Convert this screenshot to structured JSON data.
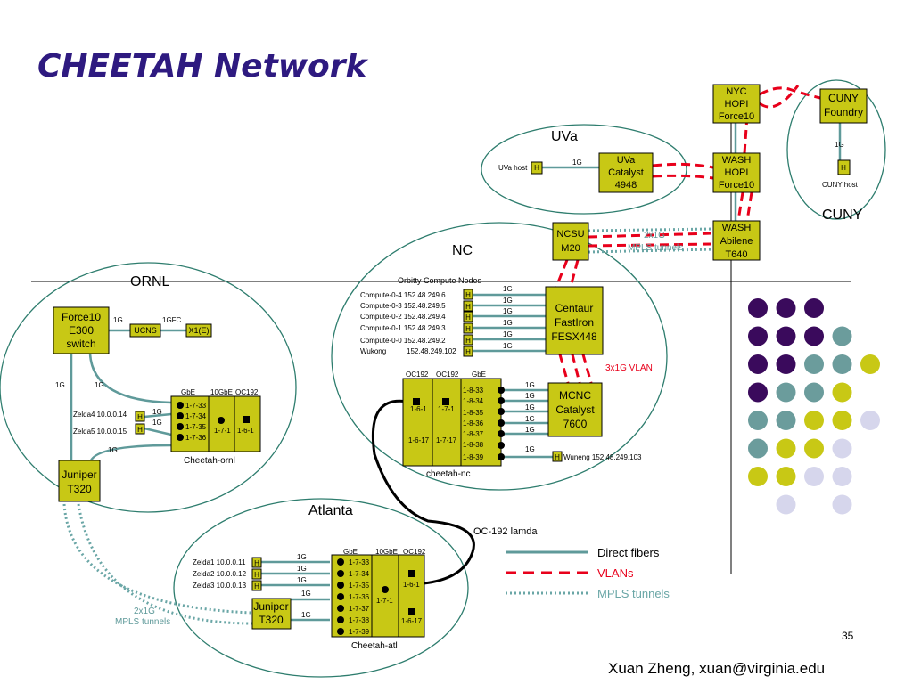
{
  "slide": {
    "title": "CHEETAH Network",
    "page_number": "35",
    "footer": "Xuan Zheng, xuan@virginia.edu"
  },
  "regions": {
    "uva": "UVa",
    "cuny": "CUNY",
    "nc": "NC",
    "ornl": "ORNL",
    "atlanta": "Atlanta"
  },
  "nodes": {
    "nyc": [
      "NYC",
      "HOPI",
      "Force10"
    ],
    "cuny_foundry": [
      "CUNY",
      "Foundry"
    ],
    "wash_hopi": [
      "WASH",
      "HOPI",
      "Force10"
    ],
    "wash_abilene": [
      "WASH",
      "Abilene",
      "T640"
    ],
    "uva_catalyst": [
      "UVa",
      "Catalyst",
      "4948"
    ],
    "ncsu": [
      "NCSU",
      "M20"
    ],
    "centaur": [
      "Centaur",
      "FastIron",
      "FESX448"
    ],
    "mcnc": [
      "MCNC",
      "Catalyst",
      "7600"
    ],
    "force10": [
      "Force10",
      "E300",
      "switch"
    ],
    "juniper_ornl": [
      "Juniper",
      "T320"
    ],
    "juniper_atl": [
      "Juniper",
      "T320"
    ],
    "ucns": "UCNS",
    "x1e": "X1(E)"
  },
  "hosts": {
    "h": "H",
    "uva_host": "UVa host",
    "cuny_host": "CUNY host",
    "wukong_label": "Wukong",
    "wukong_ip": "152.48.249.102",
    "wuneng": "Wuneng 152.48.249.103",
    "orbitty_title": "Orbitty Compute Nodes",
    "compute": [
      "Compute-0-4 152.48.249.6",
      "Compute-0-3 152.48.249.5",
      "Compute-0-2 152.48.249.4",
      "Compute-0-1 152.48.249.3",
      "Compute-0-0 152.48.249.2"
    ],
    "zelda_ornl": [
      "Zelda4 10.0.0.14",
      "Zelda5 10.0.0.15"
    ],
    "zelda_atl": [
      "Zelda1 10.0.0.11",
      "Zelda2 10.0.0.12",
      "Zelda3 10.0.0.13"
    ]
  },
  "links": {
    "one_g": "1G",
    "one_gfc": "1GFC",
    "two_1g": "2x1G",
    "mpls_tunnels": "MPLS tunnels",
    "vlan_3x1g": "3x1G VLAN",
    "oc192_lamda": "OC-192 lamda"
  },
  "cheetah_switches": {
    "ornl": {
      "name": "Cheetah-ornl",
      "headers": [
        "GbE",
        "10GbE",
        "OC192"
      ],
      "ports": [
        "1-7-33",
        "1-7-34",
        "1-7-35",
        "1-7-36"
      ],
      "mid_port": "1-7-1",
      "right_port": "1-6-1"
    },
    "nc": {
      "name": "cheetah-nc",
      "headers": [
        "OC192",
        "OC192",
        "GbE"
      ],
      "ports": [
        "1-8-33",
        "1-8-34",
        "1-8-35",
        "1-8-36",
        "1-8-37",
        "1-8-38",
        "1-8-39"
      ],
      "col1": [
        "1-6-1",
        "1-6-17"
      ],
      "col2": [
        "1-7-1",
        "1-7-17"
      ]
    },
    "atl": {
      "name": "Cheetah-atl",
      "headers": [
        "GbE",
        "10GbE",
        "OC192"
      ],
      "ports": [
        "1-7-33",
        "1-7-34",
        "1-7-35",
        "1-7-36",
        "1-7-37",
        "1-7-38",
        "1-7-39"
      ],
      "mid_port": "1-7-1",
      "right_ports": [
        "1-6-1",
        "1-6-17"
      ]
    }
  },
  "legend": {
    "direct": "Direct fibers",
    "vlans": "VLANs",
    "mpls": "MPLS tunnels"
  },
  "colors": {
    "title": "#2e1a80",
    "node_fill": "#c8c815",
    "fiber": "#5f9a9a",
    "vlan": "#e8001b",
    "mpls": "#6aa6a6",
    "region_outline": "#2e7d6e",
    "dot_purple": "#3a0a5c",
    "dot_teal": "#6b9c9c",
    "dot_yellow": "#c8c815",
    "dot_lavender": "#d6d6ec"
  },
  "dot_grid": [
    [
      "purple",
      "purple",
      "purple",
      "",
      "",
      ""
    ],
    [
      "purple",
      "purple",
      "purple",
      "teal",
      "",
      ""
    ],
    [
      "purple",
      "purple",
      "teal",
      "teal",
      "yellow",
      ""
    ],
    [
      "purple",
      "teal",
      "teal",
      "yellow",
      "",
      ""
    ],
    [
      "teal",
      "teal",
      "yellow",
      "yellow",
      "lavender",
      ""
    ],
    [
      "teal",
      "yellow",
      "yellow",
      "lavender",
      "",
      ""
    ],
    [
      "yellow",
      "yellow",
      "lavender",
      "lavender",
      "",
      ""
    ],
    [
      "",
      "lavender",
      "",
      "lavender",
      "",
      ""
    ]
  ]
}
